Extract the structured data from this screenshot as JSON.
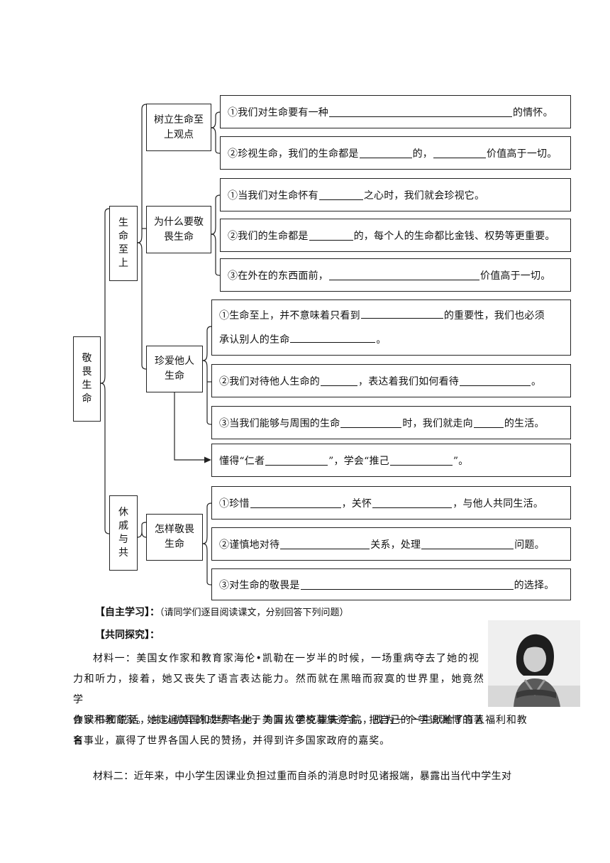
{
  "mindmap": {
    "root": "敬畏生命",
    "branch1": "生命至上",
    "branch2": "休戚与共",
    "sub1": "树立生命至上观点",
    "sub2": "为什么要敬畏生命",
    "sub3": "珍爱他人生命",
    "sub4": "怎样敬畏生命",
    "leaf1": {
      "before": "①我们对生命要有一种",
      "after": "的情怀。"
    },
    "leaf2": {
      "before": "②珍视生命，我们的生命都是",
      "mid": "的，",
      "after": "价值高于一切。"
    },
    "leaf3": {
      "before": "①当我们对生命怀有",
      "after": "之心时，我们就会珍视它。"
    },
    "leaf4": {
      "before": "②我们的生命都是",
      "after": "的，每个人的生命都比金钱、权势等更重要。"
    },
    "leaf5": {
      "before": "③在外在的东西面前，",
      "after": "价值高于一切。"
    },
    "leaf6": {
      "line1_before": "①生命至上，并不意味着只看到",
      "line1_after": "的重要性，我们也必须",
      "line2_before": "承认别人的生命",
      "line2_after": "。"
    },
    "leaf7": {
      "before": "②我们对待他人生命的",
      "mid": "，表达着我们如何看待",
      "after": "。"
    },
    "leaf8": {
      "before": "③当我们能够与周围的生命",
      "mid": "时，我们就走向",
      "after": "的生活。"
    },
    "leaf9": {
      "before": "懂得“仁者",
      "mid": "”，学会“推己",
      "after": "”。"
    },
    "leaf10": {
      "before": "①珍惜",
      "mid": "，关怀",
      "after": "，与他人共同生活。"
    },
    "leaf11": {
      "before": "②谨慎地对待",
      "mid": "关系，处理",
      "after": "问题。"
    },
    "leaf12": {
      "before": "③对生命的敬畏是",
      "after": "的选择。"
    }
  },
  "self_study": {
    "title": "【自主学习】：",
    "note": "（请同学们逐目阅读课文，分别回答下列问题）"
  },
  "joint_inquiry": {
    "title": "【共同探究】："
  },
  "material1": {
    "line1": "材料一：美国女作家和教育家海伦•凯勒在一岁半的时候，一场重病夺去了她的视",
    "line2": "力和听力，接着，她又丧失了语言表达能力。然而就在黑暗而寂寞的世界里，她竟然学",
    "line3": "会读书和说话，并以优异的成绩毕业于美国拉德克里夫学院，成为一个学识渊博的著名",
    "line4": "作家和教育家。她走遍美国和世界各地，为盲人学校募集资金，把自己的一生献给了盲人福利和教",
    "line5": "育事业，赢得了世界各国人民的赞扬，并得到许多国家政府的嘉奖。"
  },
  "material2": {
    "line1": "材料二：近年来，中小学生因课业负担过重而自杀的消息时时见诸报端，暴露出当代中学生对"
  },
  "photo": {
    "icon": "person-photo"
  }
}
